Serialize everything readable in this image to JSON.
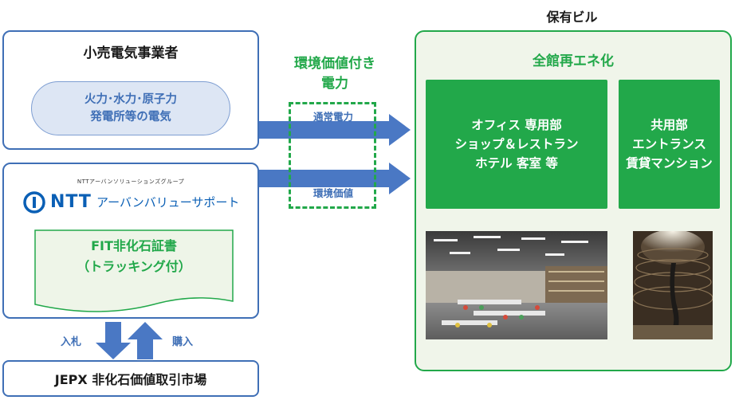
{
  "header": {
    "owned_building": "保有ビル"
  },
  "retailer": {
    "title": "小売電気事業者",
    "source_line1": "火力･水力･原子力",
    "source_line2": "発電所等の電気"
  },
  "ntt": {
    "group_label": "NTTアーバンソリューションズグループ",
    "logo_text": "NTT",
    "logo_kana": "アーバンバリューサポート",
    "fit_line1": "FIT非化石証書",
    "fit_line2": "（トラッキング付）"
  },
  "jepx": {
    "label": "JEPX 非化石価値取引市場"
  },
  "flows": {
    "bid": "入札",
    "buy": "購入"
  },
  "env_power": {
    "title_line1": "環境価値付き",
    "title_line2": "電力",
    "normal_power": "通常電力",
    "env_value": "環境価値"
  },
  "building": {
    "subtitle": "全館再エネ化",
    "exclusive_line1": "オフィス 専用部",
    "exclusive_line2": "ショップ＆レストラン",
    "exclusive_line3": "ホテル 客室 等",
    "common_line1": "共用部",
    "common_line2": "エントランス",
    "common_line3": "賃貸マンション"
  },
  "colors": {
    "blue": "#3f6fb6",
    "arrow_blue": "#4a78c4",
    "green": "#22a84a",
    "light_green_bg": "#f0f5ea",
    "pill_bg": "#dde6f4",
    "ntt_blue": "#0a5fb5"
  },
  "icons": {
    "ntt_logo": "ntt-logo-icon"
  }
}
